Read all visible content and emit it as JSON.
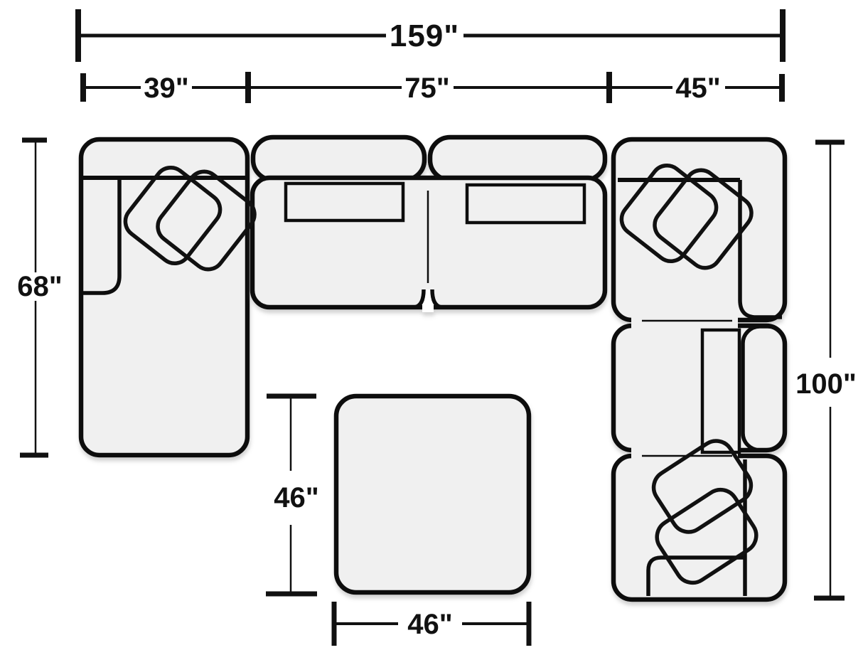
{
  "diagram": {
    "type": "sectional-sofa-floorplan",
    "labels": {
      "overall_width": "159\"",
      "chaise_section_width": "39\"",
      "middle_section_width": "75\"",
      "right_section_width": "45\"",
      "chaise_depth": "68\"",
      "right_side_depth": "100\"",
      "ottoman_depth": "46\"",
      "ottoman_width": "46\""
    },
    "colors": {
      "outline": "#111111",
      "unit_fill": "#f0f0f0",
      "cushion_fill": "#ffffff",
      "background": "#ffffff"
    }
  }
}
